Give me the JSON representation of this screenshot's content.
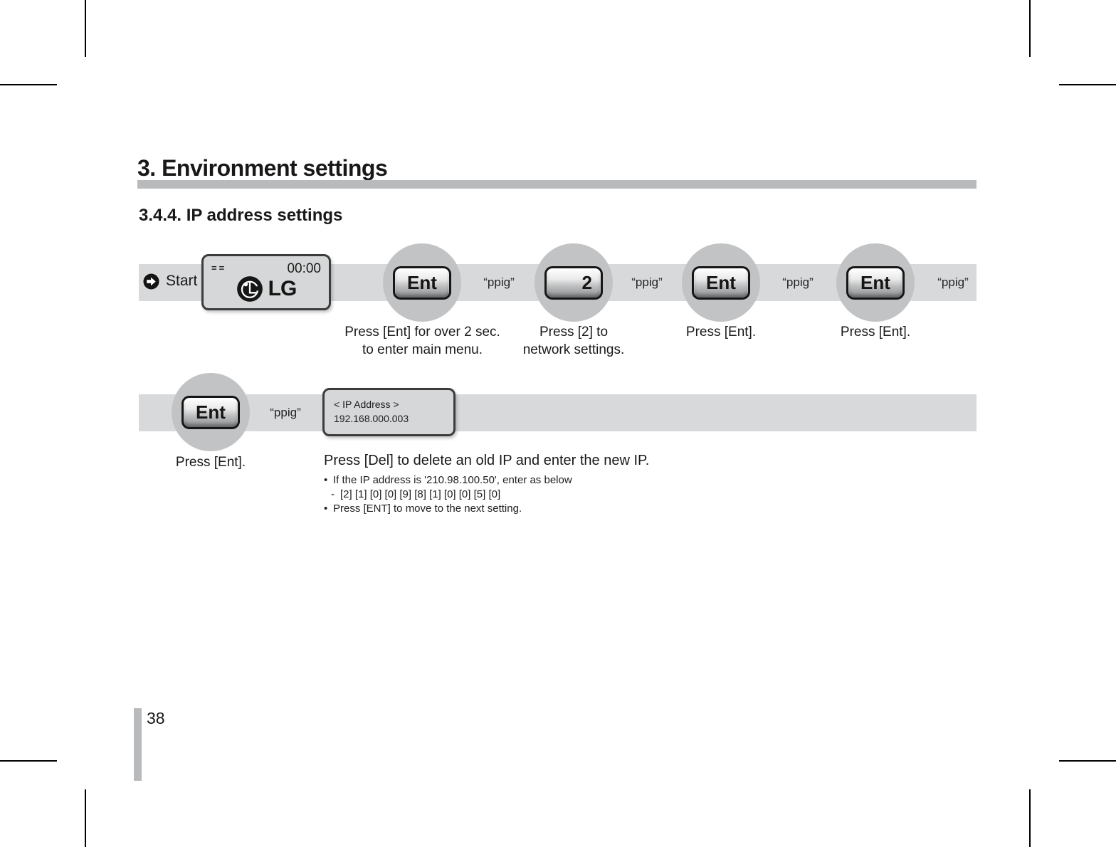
{
  "page": {
    "section_title": "3. Environment settings",
    "subsection_title": "3.4.4. IP address settings",
    "page_number": "38"
  },
  "colors": {
    "band_gray": "#d8d9da",
    "circle_gray": "#c2c3c5",
    "bar_gray": "#b9babc",
    "lcd_bg": "#d6d7d8",
    "lcd_border": "#3c3c3c"
  },
  "flow_row1": {
    "start_label": "Start",
    "lcd": {
      "status": "==",
      "time": "00:00",
      "logo_text": "LG"
    },
    "steps": [
      {
        "button": "Ent",
        "sound": "“ppig”",
        "caption_line1": "Press [Ent] for over 2 sec.",
        "caption_line2": "to enter main menu."
      },
      {
        "button": "2",
        "sound": "“ppig”",
        "caption_line1": "Press [2] to",
        "caption_line2": "network settings."
      },
      {
        "button": "Ent",
        "sound": "“ppig”",
        "caption_line1": "Press [Ent]."
      },
      {
        "button": "Ent",
        "sound": "“ppig”",
        "caption_line1": "Press [Ent]."
      }
    ]
  },
  "flow_row2": {
    "button": "Ent",
    "sound": "“ppig”",
    "caption": "Press [Ent].",
    "lcd": {
      "line1": "< IP Address >",
      "line2": "192.168.000.003"
    },
    "instruction": "Press [Del] to delete an old IP and enter the new IP.",
    "bullets": [
      {
        "marker": "•",
        "text": "If the IP address is '210.98.100.50', enter as below"
      },
      {
        "marker": "-",
        "text": "[2] [1] [0] [0] [9] [8] [1] [0] [0] [5] [0]"
      },
      {
        "marker": "•",
        "text": "Press [ENT] to move to the next setting."
      }
    ]
  }
}
